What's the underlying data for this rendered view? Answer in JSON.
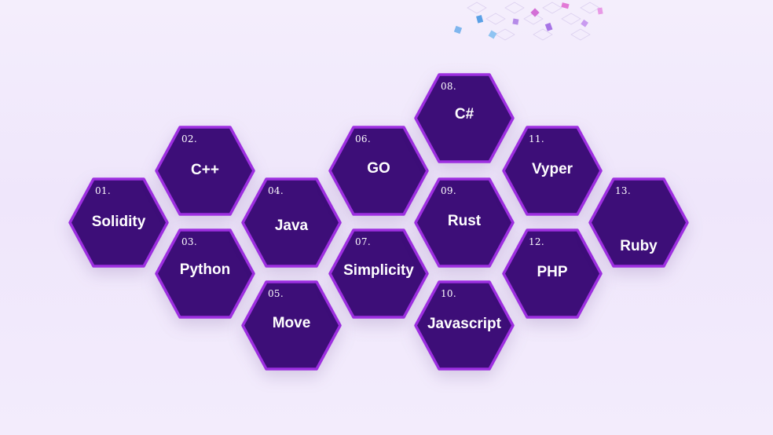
{
  "colors": {
    "hex_fill": "#3d0e78",
    "hex_border": "#9d2fe0",
    "text": "#ffffff",
    "background": "#f1e9fb"
  },
  "languages": [
    {
      "num": "01.",
      "name": "Solidity"
    },
    {
      "num": "02.",
      "name": "C++"
    },
    {
      "num": "03.",
      "name": "Python"
    },
    {
      "num": "04.",
      "name": "Java"
    },
    {
      "num": "05.",
      "name": "Move"
    },
    {
      "num": "06.",
      "name": "GO"
    },
    {
      "num": "07.",
      "name": "Simplicity"
    },
    {
      "num": "08.",
      "name": "C#"
    },
    {
      "num": "09.",
      "name": "Rust"
    },
    {
      "num": "10.",
      "name": "Javascript"
    },
    {
      "num": "11.",
      "name": "Vyper"
    },
    {
      "num": "12.",
      "name": "PHP"
    },
    {
      "num": "13.",
      "name": "Ruby"
    }
  ]
}
